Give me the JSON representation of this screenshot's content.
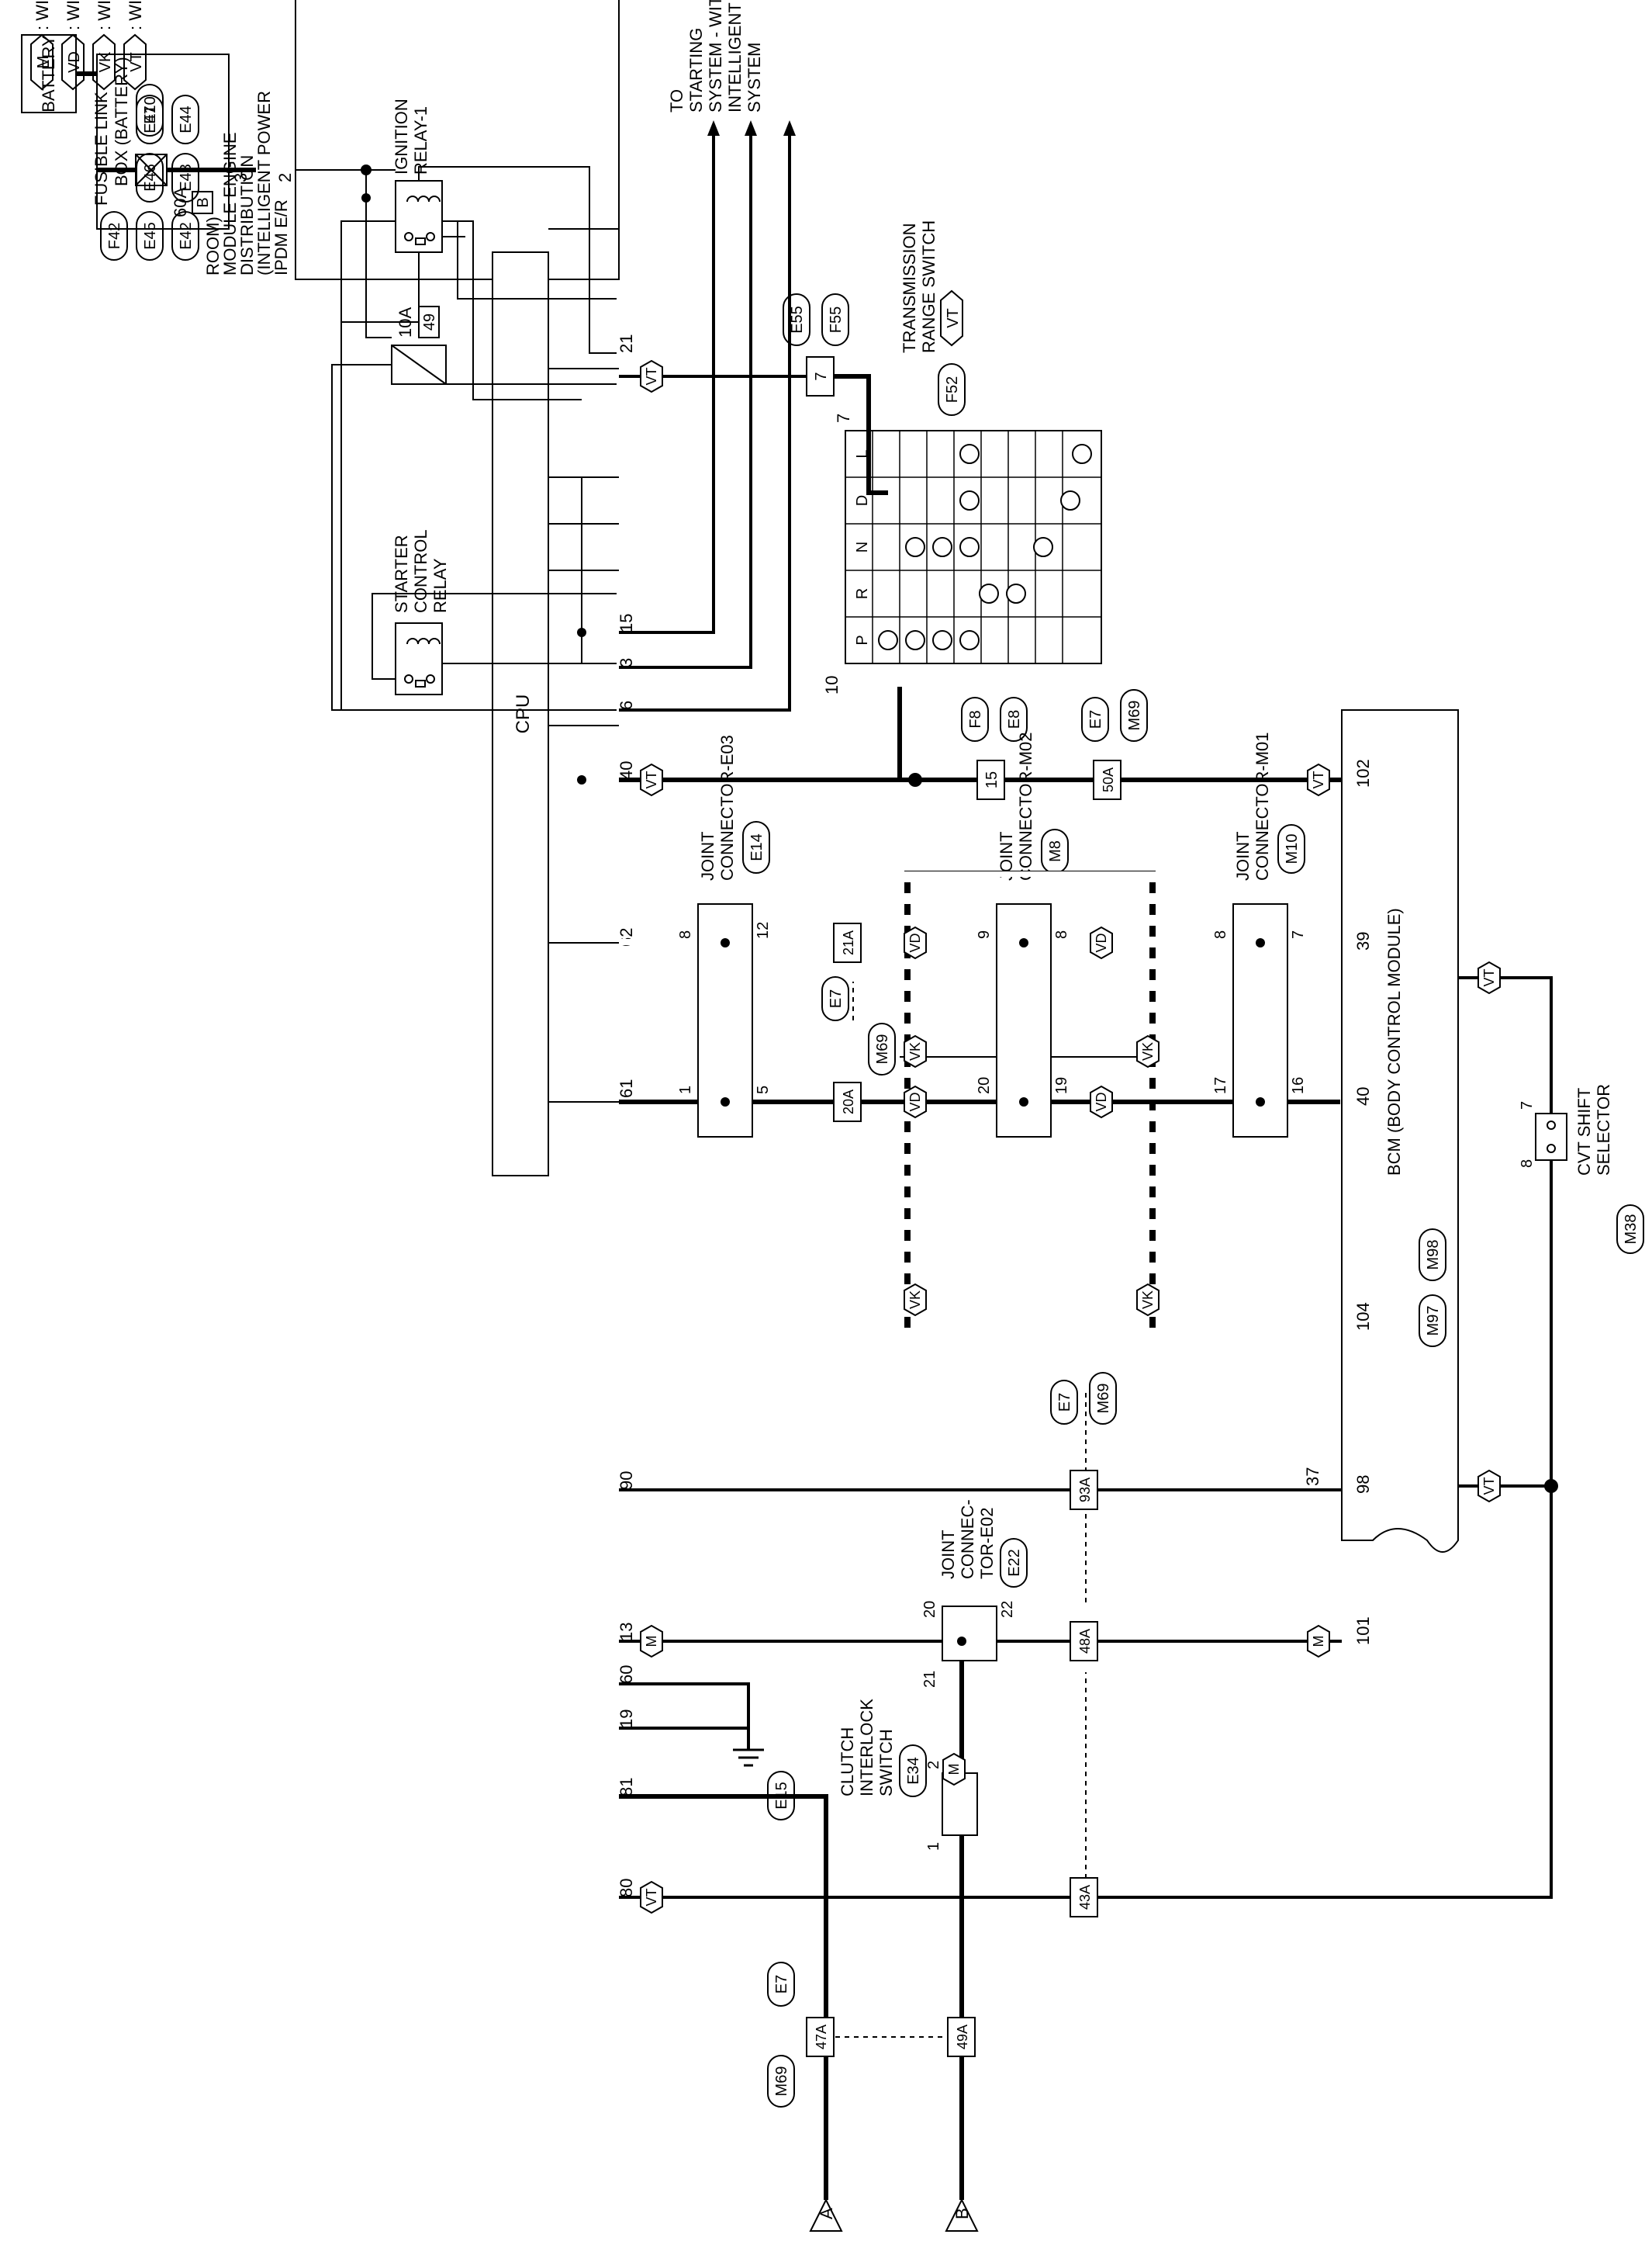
{
  "legend": [
    {
      "code": "M",
      "text": ": WITH M/T"
    },
    {
      "code": "VD",
      "text": ": WITH AROUND VIEW MONITOR"
    },
    {
      "code": "VK",
      "text": ": WITHOUT AROUND VIEW MONITOR"
    },
    {
      "code": "VT",
      "text": ": WITH CVT"
    }
  ],
  "battery": "BATTERY",
  "fusible_link": {
    "title_lines": [
      "FUSIBLE LINK",
      "BOX (BATTERY)"
    ],
    "connector": "E10",
    "fuse": "60A",
    "fuse_id": "B"
  },
  "ipdm": {
    "title_lines": [
      "IPDM E/R",
      "(INTELLIGENT POWER",
      "DISTRIBUTION",
      "MODULE ENGINE",
      "ROOM)"
    ],
    "connectors": [
      [
        "E42",
        "E43",
        "E44"
      ],
      [
        "E45",
        "E46",
        "E47"
      ],
      [
        "F42"
      ]
    ],
    "fuse": "10A",
    "fuse_id": "49",
    "cpu": "CPU",
    "starter_relay_lines": [
      "STARTER",
      "CONTROL",
      "RELAY"
    ],
    "ignition_relay_lines": [
      "IGNITION",
      "RELAY-1"
    ]
  },
  "pins": {
    "p2": "2",
    "p3": "3",
    "p21": "21",
    "p15": "15",
    "p3b": "3",
    "p6": "6",
    "p40": "40",
    "p61": "61",
    "p62": "62",
    "p90": "90",
    "p13": "13",
    "p60": "60",
    "p19": "19",
    "p81": "81",
    "p80": "80",
    "bcm102": "102",
    "bcm104": "104",
    "bcm40": "40",
    "bcm39": "39",
    "bcm98": "98",
    "bcm37": "37",
    "bcm101": "101",
    "tr7": "7",
    "tr10": "10",
    "e03_1": "1",
    "e03_5": "5",
    "e03_8": "8",
    "e03_12": "12",
    "m02_20": "20",
    "m02_19": "19",
    "m02_9": "9",
    "m02_8": "8",
    "m01_17": "17",
    "m01_16": "16",
    "m01_8": "8",
    "m01_7": "7",
    "cvt7": "7",
    "cvt8": "8",
    "cl1": "1",
    "cl2": "2",
    "e02_20": "20",
    "e02_21": "21",
    "e02_22": "22"
  },
  "to_starting_lines": [
    "TO",
    "STARTING",
    "SYSTEM - WITH",
    "INTELLIGENT KEY",
    "SYSTEM"
  ],
  "inline_connectors": {
    "e55": "E55",
    "f55": "F55",
    "c7": "7",
    "f8": "F8",
    "e8": "E8",
    "e7": "E7",
    "m69": "M69",
    "c15": "15",
    "c50a": "50A",
    "c20a": "20A",
    "c21a": "21A",
    "c93a": "93A",
    "c48a": "48A",
    "c43a": "43A",
    "c47a": "47A",
    "c49a": "49A"
  },
  "transmission_switch": {
    "title_lines": [
      "TRANSMISSION",
      "RANGE SWITCH"
    ],
    "connector": "F52",
    "qualifier": "VT",
    "columns": [
      "P",
      "R",
      "N",
      "D",
      "L"
    ]
  },
  "joint_e03": {
    "title_lines": [
      "JOINT",
      "CONNECTOR-E03"
    ],
    "connector": "E14"
  },
  "joint_m02": {
    "title_lines": [
      "JOINT",
      "CONNECTOR-M02"
    ],
    "connector": "M8"
  },
  "joint_m01": {
    "title_lines": [
      "JOINT",
      "CONNECTOR-M01"
    ],
    "connector": "M10"
  },
  "joint_e02": {
    "title_lines": [
      "JOINT",
      "CONNEC-",
      "TOR-E02"
    ],
    "connector": "E22"
  },
  "bcm": {
    "title": "BCM (BODY CONTROL MODULE)",
    "connectors": [
      "M97",
      "M98"
    ]
  },
  "cvt_selector": {
    "title_lines": [
      "CVT SHIFT",
      "SELECTOR"
    ],
    "connector": "M38"
  },
  "clutch_switch": {
    "title_lines": [
      "CLUTCH",
      "INTERLOCK",
      "SWITCH"
    ],
    "connector": "E34",
    "qualifier": "M"
  },
  "ground": {
    "connector": "E15"
  },
  "offpage": {
    "a": "A",
    "b": "B"
  },
  "tags": {
    "vt": "VT",
    "vd": "VD",
    "vk": "VK",
    "m": "M"
  },
  "colors": {
    "line": "#000000",
    "background": "#ffffff"
  }
}
